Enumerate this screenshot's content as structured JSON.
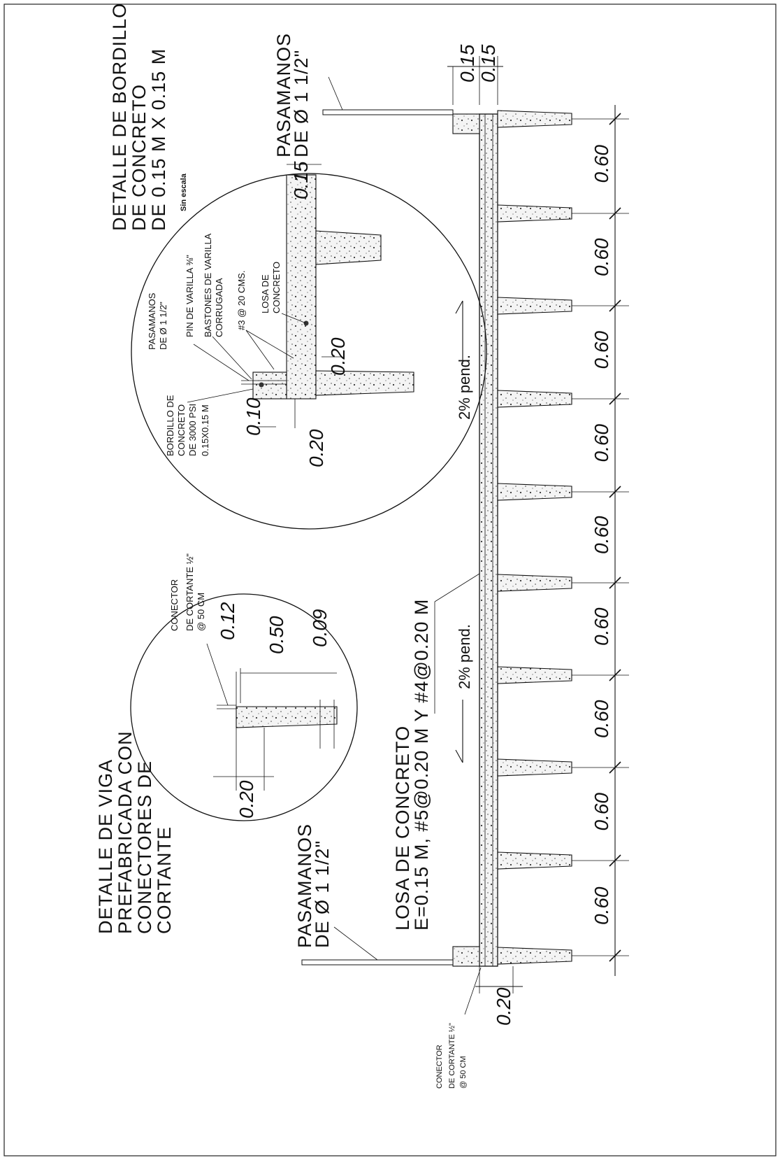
{
  "main_section": {
    "slab_title_line1": "LOSA DE CONCRETO",
    "slab_title_line2": "E=0.15 M, #5@0.20 M Y #4@0.20 M",
    "railing_top_line1": "PASAMANOS",
    "railing_top_line2": "DE Ø 1 1/2\"",
    "railing_bottom_line1": "PASAMANOS",
    "railing_bottom_line2": "DE Ø 1 1/2\"",
    "slope_upper": "2% pend.",
    "slope_lower": "2% pend.",
    "connector_line1": "CONECTOR",
    "connector_line2": "DE CORTANTE ½\"",
    "connector_line3": "@ 50 CM",
    "top_dim_1": "0.15",
    "top_dim_2": "0.15",
    "bottom_dim": "0.20",
    "spacings": [
      "0.60",
      "0.60",
      "0.60",
      "0.60",
      "0.60",
      "0.60",
      "0.60",
      "0.60",
      "0.60"
    ]
  },
  "curb_detail": {
    "title_line1": "DETALLE DE BORDILLO",
    "title_line2": "DE CONCRETO",
    "title_line3": "DE 0.15 M X 0.15 M",
    "scale_note": "Sin escala",
    "label_railing_1": "PASAMANOS",
    "label_railing_2": "DE Ø 1 1/2\"",
    "label_pin": "PIN DE VARILLA ⅜\"",
    "label_bastones_1": "BASTONES DE VARILLA",
    "label_bastones_2": "CORRUGADA",
    "label_bastones_3": "#3 @ 20 CMS.",
    "label_losa_1": "LOSA DE",
    "label_losa_2": "CONCRETO",
    "label_curb_1": "BORDILLO DE",
    "label_curb_2": "CONCRETO",
    "label_curb_3": "DE 3000 PSI",
    "label_curb_4": "0.15X0.15 M",
    "dim_015": "0.15",
    "dim_020_a": "0.20",
    "dim_010": "0.10",
    "dim_020_b": "0.20"
  },
  "beam_detail": {
    "title_line1": "DETALLE DE VIGA",
    "title_line2": "PREFABRICADA CON",
    "title_line3": "CONECTORES DE",
    "title_line4": "CORTANTE",
    "label_connector_1": "CONECTOR",
    "label_connector_2": "DE CORTANTE ½\"",
    "label_connector_3": "@ 50 CM",
    "dim_012": "0.12",
    "dim_050": "0.50",
    "dim_009": "0.09",
    "dim_020": "0.20"
  }
}
